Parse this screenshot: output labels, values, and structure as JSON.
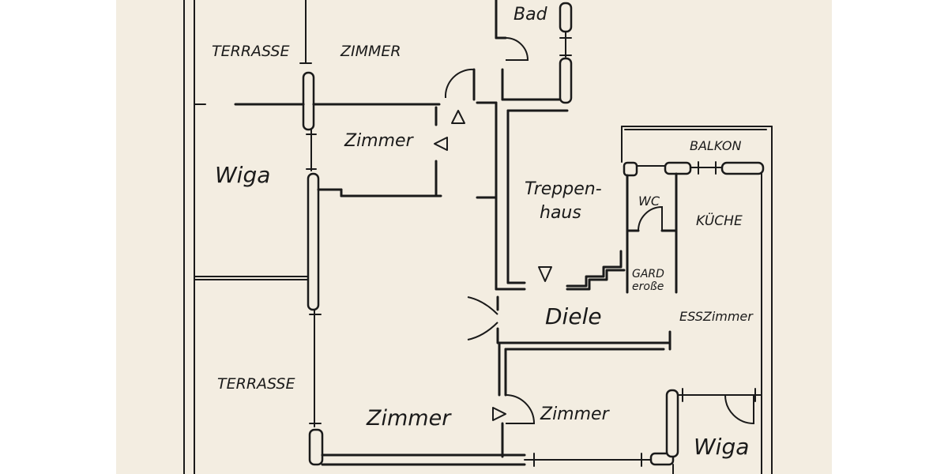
{
  "colors": {
    "paper": "#f3ede1",
    "ink": "#1a1a1a",
    "margin": "#ffffff"
  },
  "rooms": {
    "terrasse_top": "TERRASSE",
    "zimmer_top": "ZIMMER",
    "bad": "Bad",
    "zimmer_small": "Zimmer",
    "wiga_left": "Wiga",
    "treppen_line1": "Treppen-",
    "treppen_line2": "haus",
    "balkon": "BALKON",
    "wc": "WC",
    "kueche": "KÜCHE",
    "gard_line1": "GARD",
    "gard_line2": "eroße",
    "diele": "Diele",
    "esszimmer": "ESSZimmer",
    "terrasse_bottom": "TERRASSE",
    "zimmer_bottom_left": "Zimmer",
    "zimmer_bottom_right": "Zimmer",
    "wiga_right": "Wiga"
  }
}
